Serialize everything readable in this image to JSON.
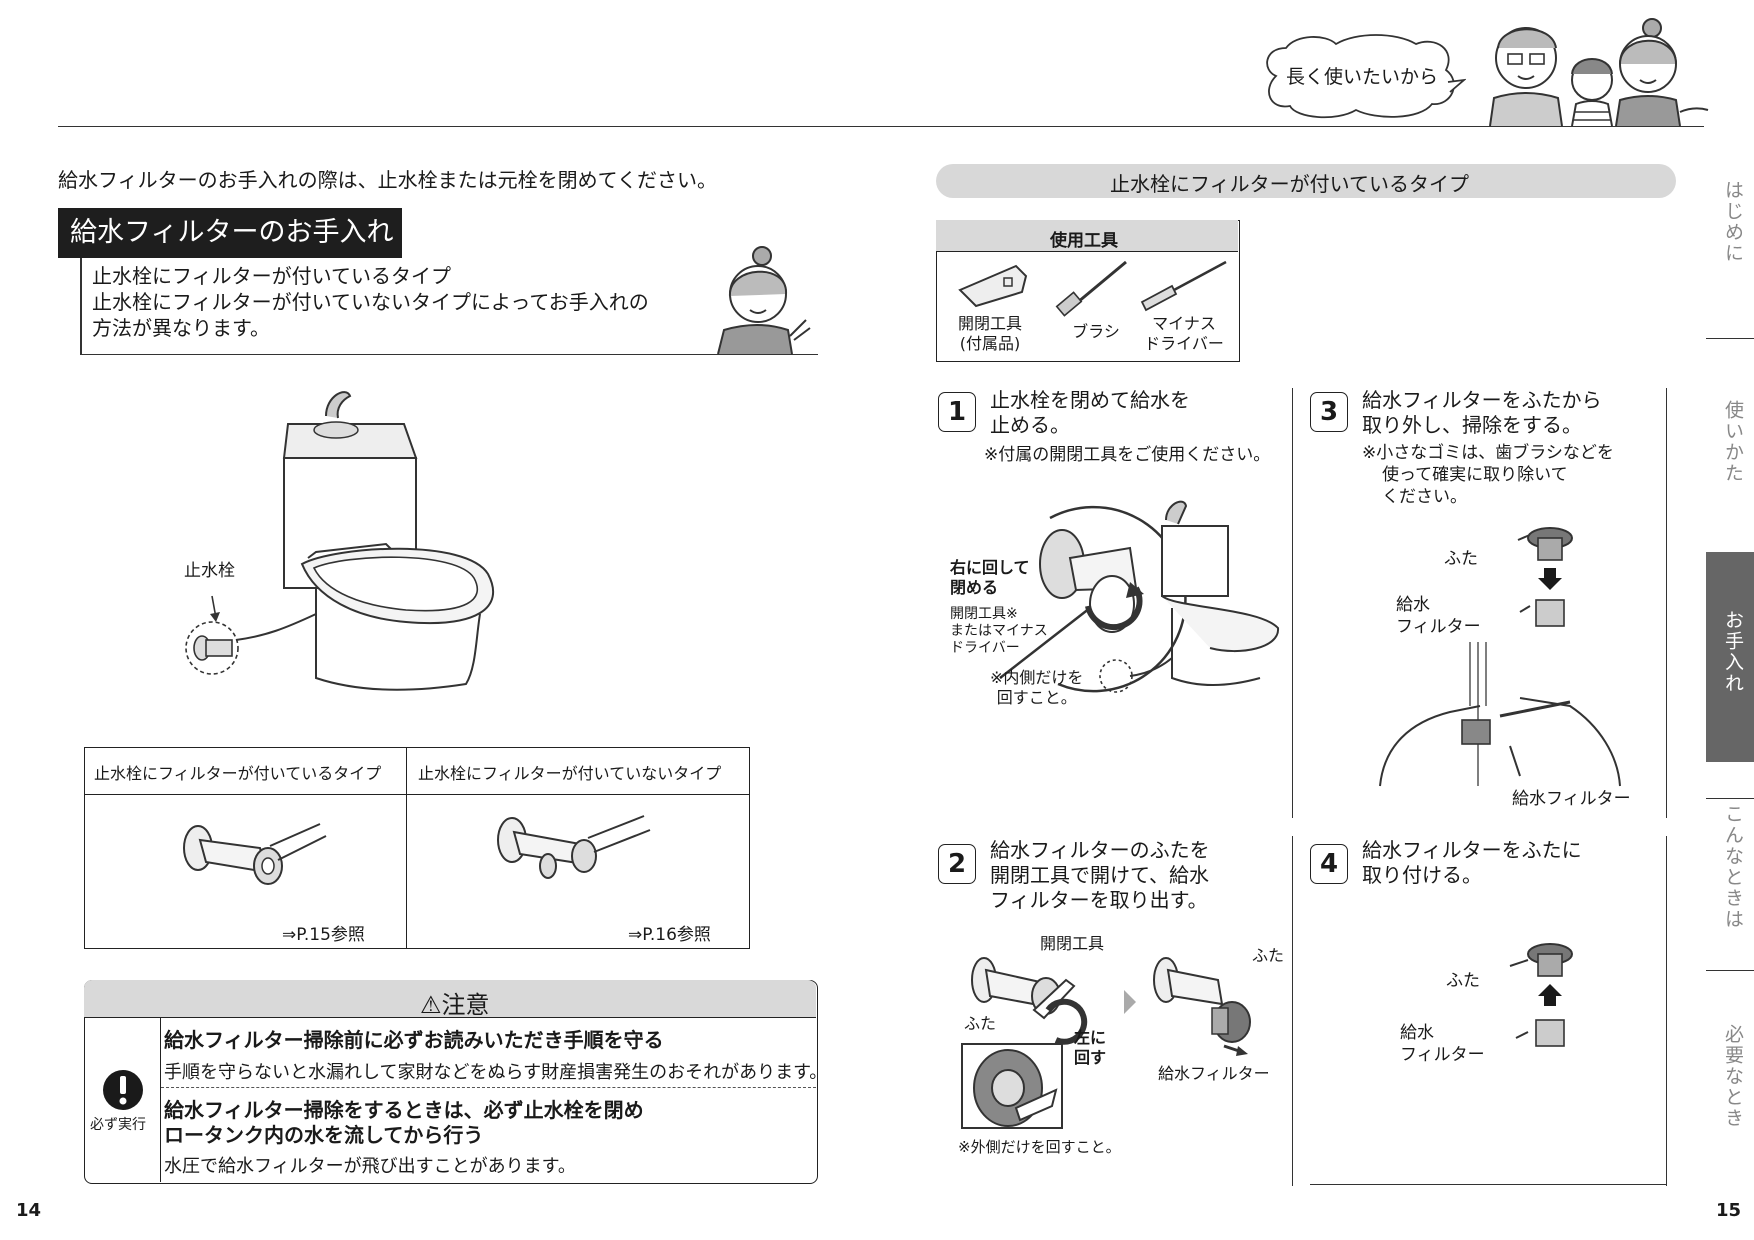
{
  "header": {
    "speech": "長く使いたいから"
  },
  "left": {
    "intro": "給水フィルターのお手入れの際は、止水栓または元栓を閉めてください。",
    "section_title": "給水フィルターのお手入れ",
    "section_lines": [
      "止水栓にフィルターが付いているタイプ",
      "止水栓にフィルターが付いていないタイプによってお手入れの",
      "方法が異なります。"
    ],
    "toilet_label": "止水栓",
    "table": {
      "headers": [
        "止水栓にフィルターが付いているタイプ",
        "止水栓にフィルターが付いていないタイプ"
      ],
      "refs": [
        "⇒P.15参照",
        "⇒P.16参照"
      ]
    },
    "caution": {
      "title": "⚠注意",
      "icon_label": "必ず実行",
      "items": [
        {
          "heading": "給水フィルター掃除前に必ずお読みいただき手順を守る",
          "body": "手順を守らないと水漏れして家財などをぬらす財産損害発生のおそれがあります。"
        },
        {
          "heading_1": "給水フィルター掃除をするときは、必ず止水栓を閉め",
          "heading_2": "ロータンク内の水を流してから行う",
          "body": "水圧で給水フィルターが飛び出すことがあります。"
        }
      ]
    },
    "page_number": "14"
  },
  "right": {
    "type_title": "止水栓にフィルターが付いているタイプ",
    "tools": {
      "title": "使用工具",
      "items": [
        {
          "line1": "開閉工具",
          "line2": "(付属品)"
        },
        {
          "line1": "ブラシ",
          "line2": ""
        },
        {
          "line1": "マイナス",
          "line2": "ドライバー"
        }
      ]
    },
    "steps": [
      {
        "num": "1",
        "line1": "止水栓を閉めて給水を",
        "line2": "止める。",
        "note": "※付属の開閉工具をご使用ください。",
        "labels": {
          "turn_right_1": "右に回して",
          "turn_right_2": "閉める",
          "tool_1": "開閉工具※",
          "tool_2": "またはマイナス",
          "tool_3": "ドライバー",
          "inner_1": "※内側だけを",
          "inner_2": "回すこと。"
        }
      },
      {
        "num": "2",
        "line1": "給水フィルターのふたを",
        "line2": "開閉工具で開けて、給水",
        "line3": "フィルターを取り出す。",
        "labels": {
          "tool": "開閉工具",
          "lid": "ふた",
          "lid2": "ふた",
          "turn_left_1": "左に",
          "turn_left_2": "回す",
          "filter": "給水フィルター",
          "outer": "※外側だけを回すこと。"
        }
      },
      {
        "num": "3",
        "line1": "給水フィルターをふたから",
        "line2": "取り外し、掃除をする。",
        "note1": "※小さなゴミは、歯ブラシなどを",
        "note2": "使って確実に取り除いて",
        "note3": "ください。",
        "labels": {
          "lid": "ふた",
          "filter_1": "給水",
          "filter_2": "フィルター",
          "filter_bottom": "給水フィルター"
        }
      },
      {
        "num": "4",
        "line1": "給水フィルターをふたに",
        "line2": "取り付ける。",
        "labels": {
          "lid": "ふた",
          "filter_1": "給水",
          "filter_2": "フィルター"
        }
      }
    ],
    "page_number": "15"
  },
  "side_tabs": [
    "はじめに",
    "使いかた",
    "お手入れ",
    "こんなときは",
    "必要なとき"
  ],
  "active_tab": "お手入れ"
}
